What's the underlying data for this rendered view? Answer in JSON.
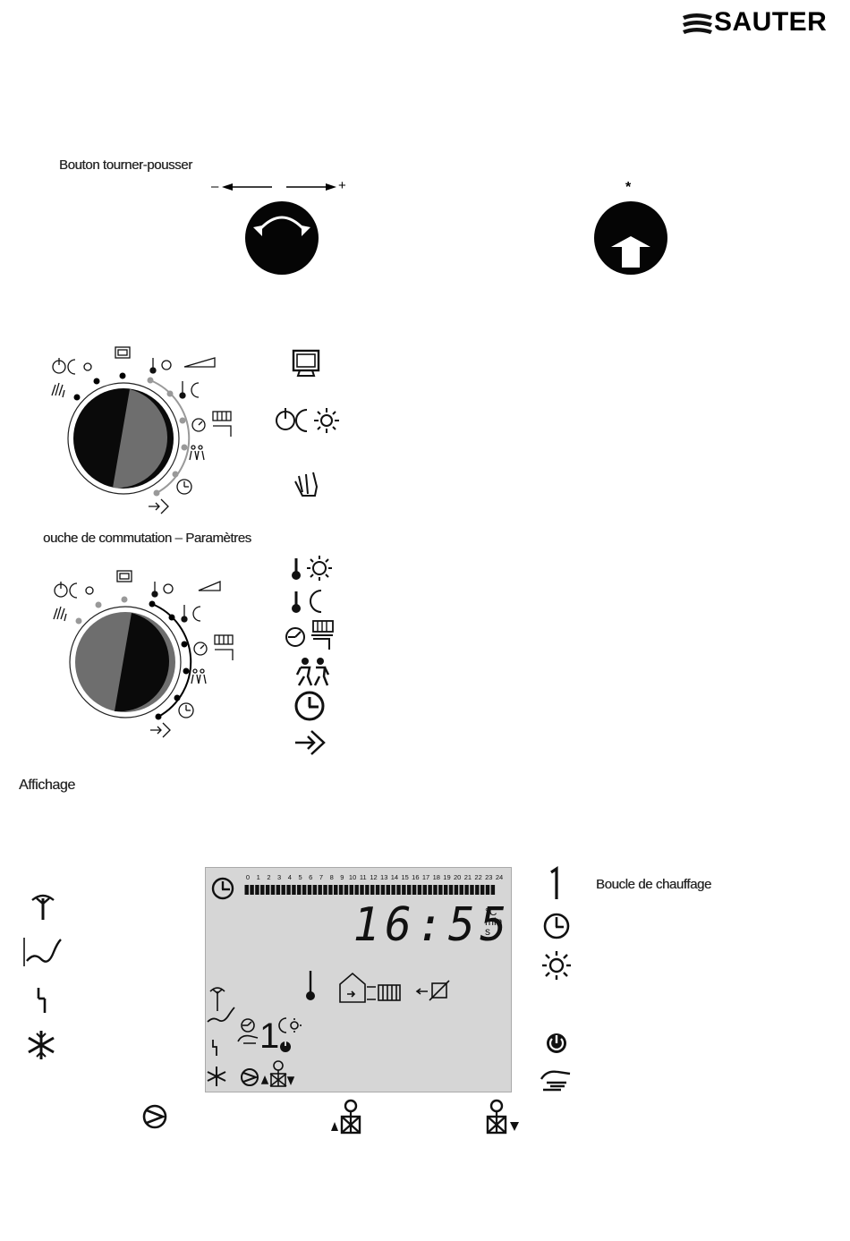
{
  "brand": {
    "name": "SAUTER"
  },
  "section_knob": {
    "label": "Bouton tourner-pousser",
    "minus": "–",
    "plus": "+",
    "push_mark": "*"
  },
  "section_switch": {
    "label": "ouche de commutation – Paramètres"
  },
  "section_display": {
    "label": "Affichage",
    "legend_circuit": "Boucle de chauffage"
  },
  "lcd": {
    "time": "16:55",
    "units": [
      "°C",
      "min",
      "s"
    ],
    "hours": [
      "0",
      "1",
      "2",
      "3",
      "4",
      "5",
      "6",
      "7",
      "8",
      "9",
      "10",
      "11",
      "12",
      "13",
      "14",
      "15",
      "16",
      "17",
      "18",
      "19",
      "20",
      "21",
      "22",
      "23",
      "24"
    ],
    "circuit_number": "1"
  },
  "icons": [
    "display-icon",
    "standby-moon-sun-icon",
    "manual-hand-icon",
    "thermo-sun-icon",
    "thermo-moon-icon",
    "clock-hotwater-icon",
    "holiday-people-icon",
    "clock-icon",
    "enter-arrow-icon",
    "antenna-icon",
    "curve-icon",
    "sensor-icon",
    "snowflake-icon",
    "pump-icon",
    "fan-up-icon",
    "fan-down-icon",
    "sun-icon",
    "moon-icon",
    "power-icon",
    "hand-icon"
  ],
  "colors": {
    "lcd_bg": "#d6d6d6",
    "knob_dark": "#0a0a0a",
    "knob_grey": "#6e6e6e",
    "dot_grey": "#9a9a9a"
  }
}
